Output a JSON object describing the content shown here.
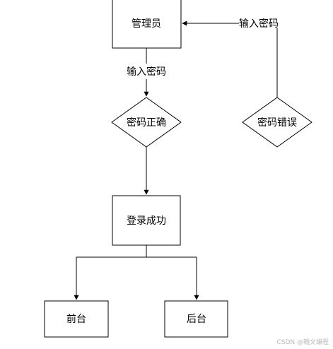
{
  "diagram": {
    "nodes": {
      "admin": "管理员",
      "pwd_ok": "密码正确",
      "pwd_err": "密码错误",
      "login_ok": "登录成功",
      "front": "前台",
      "back": "后台"
    },
    "edges": {
      "admin_to_ok": "输入密码",
      "err_to_admin": "输入密码"
    }
  },
  "watermark": "CSDN @翰文编程",
  "colors": {
    "stroke": "#000000",
    "background": "#ffffff",
    "watermark": "#b9b9b9"
  }
}
